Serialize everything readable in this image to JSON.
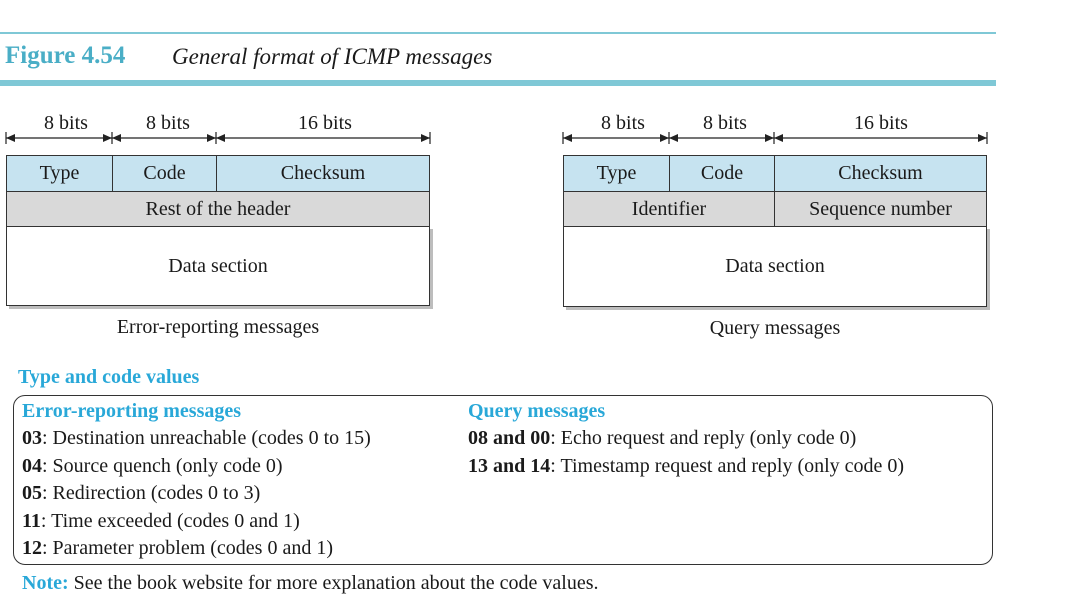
{
  "figure": {
    "number": "Figure 4.54",
    "title": "General format of ICMP messages"
  },
  "left_diagram": {
    "widths": [
      "8 bits",
      "8 bits",
      "16 bits"
    ],
    "row1": [
      "Type",
      "Code",
      "Checksum"
    ],
    "row2": "Rest of the header",
    "data": "Data section",
    "caption": "Error-reporting messages"
  },
  "right_diagram": {
    "widths": [
      "8 bits",
      "8 bits",
      "16 bits"
    ],
    "row1": [
      "Type",
      "Code",
      "Checksum"
    ],
    "row2": [
      "Identifier",
      "Sequence number"
    ],
    "data": "Data section",
    "caption": "Query messages"
  },
  "type_code": {
    "title": "Type and code values",
    "error_heading": "Error-reporting messages",
    "error_items": [
      {
        "code": "03",
        "text": ": Destination unreachable (codes 0 to 15)"
      },
      {
        "code": "04",
        "text": ": Source quench (only code 0)"
      },
      {
        "code": "05",
        "text": ": Redirection (codes 0 to 3)"
      },
      {
        "code": "11",
        "text": ": Time exceeded (codes 0 and 1)"
      },
      {
        "code": "12",
        "text": ": Parameter problem (codes 0 and 1)"
      }
    ],
    "query_heading": "Query messages",
    "query_items": [
      {
        "code": "08 and 00",
        "text": ": Echo request and reply (only code 0)"
      },
      {
        "code": "13 and 14",
        "text": ": Timestamp request and reply (only code 0)"
      }
    ]
  },
  "note": {
    "label": "Note:",
    "text": " See the book website for more explanation about the code values."
  },
  "colors": {
    "accent": "#29a8d8",
    "rule": "#7fc8d6",
    "header_blue": "#c6e3f0",
    "header_gray": "#d9d9d9"
  }
}
